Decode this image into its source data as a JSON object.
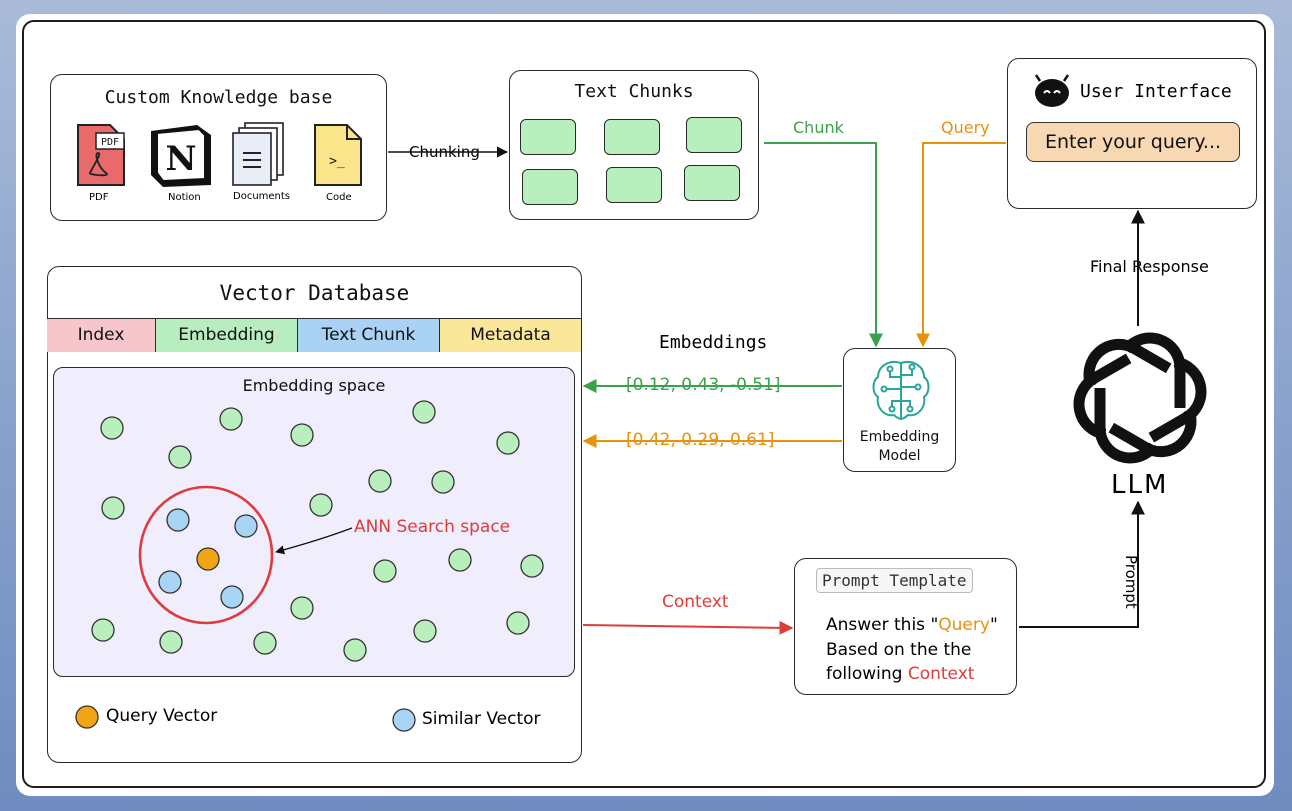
{
  "knowledge_base": {
    "title": "Custom Knowledge base",
    "sources": [
      {
        "label": "PDF",
        "badge": "PDF"
      },
      {
        "label": "Notion",
        "badge": "N"
      },
      {
        "label": "Documents"
      },
      {
        "label": "Code",
        "badge": ">_"
      }
    ]
  },
  "text_chunks": {
    "title": "Text Chunks"
  },
  "user_interface": {
    "title": "User Interface",
    "input_placeholder": "Enter your query..."
  },
  "vector_db": {
    "title": "Vector Database",
    "columns": [
      "Index",
      "Embedding",
      "Text Chunk",
      "Metadata"
    ],
    "space_label": "Embedding space",
    "ann_label": "ANN Search space",
    "legend": {
      "query": "Query Vector",
      "similar": "Similar Vector"
    }
  },
  "embedding_model": {
    "label_line1": "Embedding",
    "label_line2": "Model"
  },
  "embeddings": {
    "label": "Embeddings",
    "chunk_vector": "[0.12, 0.43, -0.51]",
    "query_vector": "[0.42, 0.29, 0.61]"
  },
  "llm": {
    "label": "LLM"
  },
  "prompt_template": {
    "title": "Prompt Template",
    "line1_prefix": "Answer this \"",
    "line1_query": "Query",
    "line1_suffix": "\"",
    "line2": "Based on the the",
    "line3_prefix": "following ",
    "line3_context": "Context"
  },
  "edges": {
    "chunking": "Chunking",
    "chunk": "Chunk",
    "query": "Query",
    "final_response": "Final Response",
    "context": "Context",
    "prompt": "Prompt"
  },
  "colors": {
    "green": "#3aa24a",
    "orange": "#e8920c",
    "red": "#e03b3b",
    "chunk_fill": "#b9efbd",
    "blue_dot": "#a8d4f5",
    "query_dot": "#f2a414",
    "space_bg": "#f0eefc",
    "input_bg": "#f8d8b2",
    "col_index": "#f7c6cc",
    "col_embedding": "#b8edc0",
    "col_textchunk": "#a9d2f5",
    "col_metadata": "#fbe79a"
  }
}
